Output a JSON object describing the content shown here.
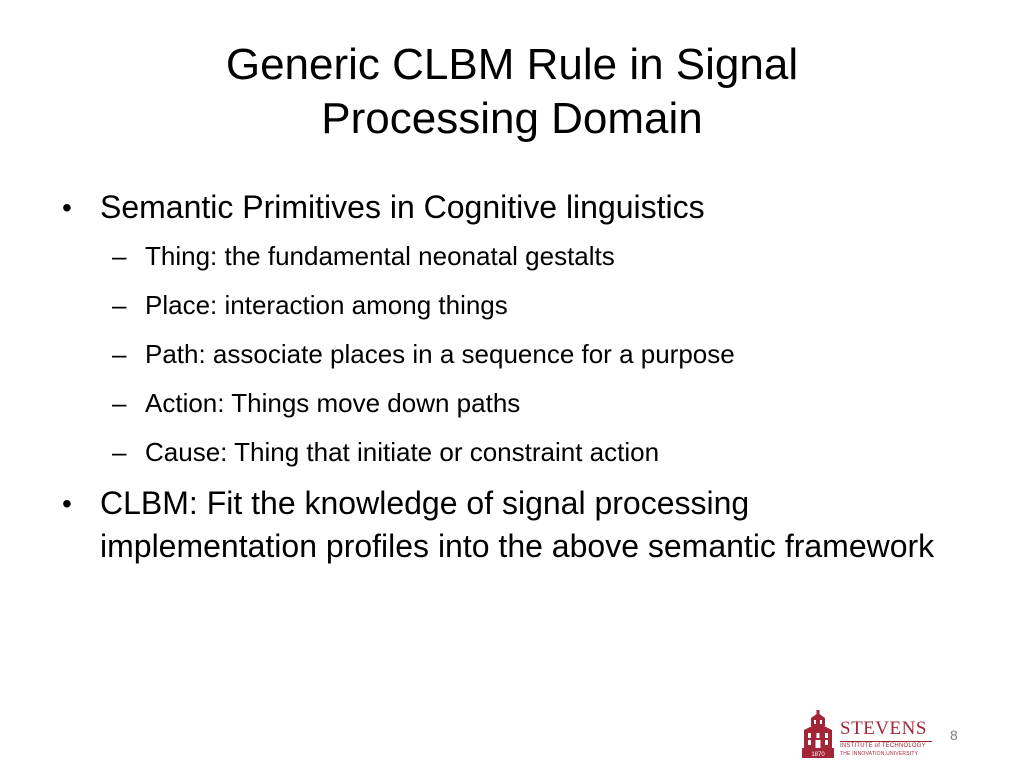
{
  "title": {
    "line1": "Generic CLBM Rule in Signal",
    "line2": "Processing Domain"
  },
  "bullets": [
    {
      "text": "Semantic Primitives in Cognitive linguistics",
      "subitems": [
        "Thing: the fundamental neonatal gestalts",
        "Place: interaction among things",
        "Path: associate places in a sequence for a purpose",
        "Action: Things move down paths",
        "Cause: Thing that initiate or constraint action"
      ]
    },
    {
      "text": "CLBM: Fit the knowledge of signal processing implementation profiles into the above semantic framework"
    }
  ],
  "bullet_symbol": "•",
  "dash_symbol": "–",
  "logo": {
    "name": "STEVENS",
    "subtitle": "INSTITUTE of TECHNOLOGY",
    "tagline": "THE INNOVATION UNIVERSITY",
    "year": "1870",
    "icon": "stevens-building-icon",
    "color": "#a32638"
  },
  "page_number": "8"
}
